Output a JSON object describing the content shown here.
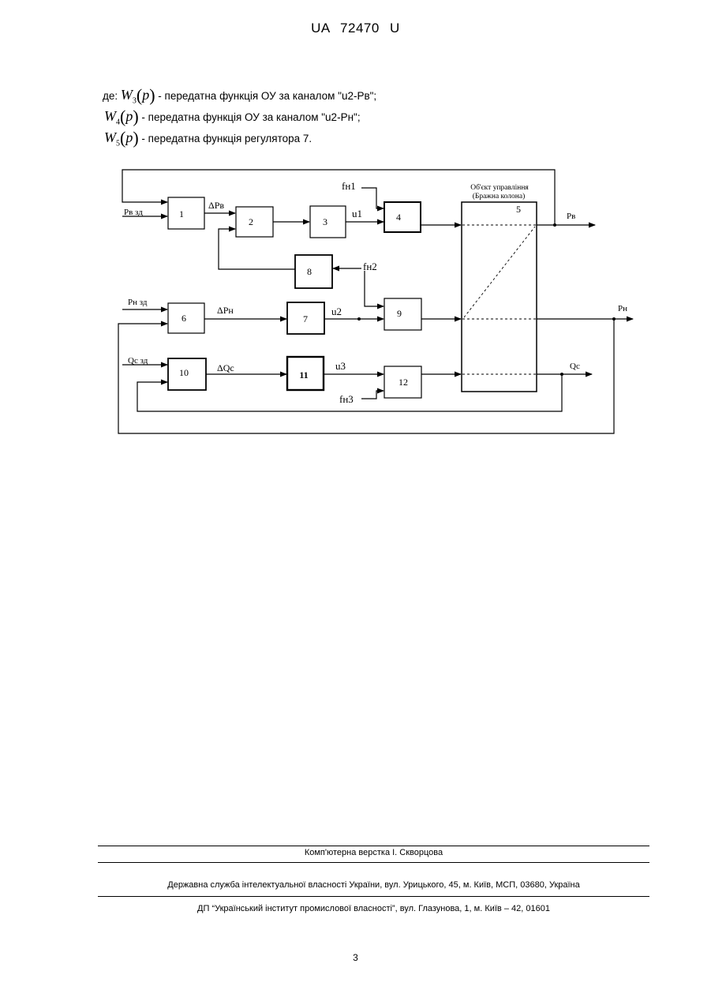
{
  "header": {
    "title": "UA   72470   U"
  },
  "formulas": [
    {
      "prefix": "де: ",
      "symbol": "W",
      "sub": "3",
      "arg": "p",
      "text": " - передатна функція ОУ за каналом \"u2-Рв\";"
    },
    {
      "prefix": "",
      "symbol": "W",
      "sub": "4",
      "arg": "p",
      "text": " - передатна функція ОУ за каналом \"u2-Рн\";"
    },
    {
      "prefix": "",
      "symbol": "W",
      "sub": "5",
      "arg": "p",
      "text": " - передатна функція регулятора 7."
    }
  ],
  "diagram": {
    "object_title_1": "Об'єкт управління",
    "object_title_2": "(Бражна колона)",
    "blocks": [
      "1",
      "2",
      "3",
      "4",
      "5",
      "6",
      "7",
      "8",
      "9",
      "10",
      "11",
      "12"
    ],
    "inputs": {
      "pv_set": "Рв зд",
      "pn_set": "Рн зд",
      "qc_set": "Qс зд"
    },
    "signals": {
      "dpv": "ΔРв",
      "dpn": "ΔРн",
      "dqc": "ΔQс",
      "u1": "u1",
      "u2": "u2",
      "u3": "u3",
      "fn1": "fн1",
      "fn2": "fн2",
      "fn3": "fн3"
    },
    "outputs": {
      "pv": "Рв",
      "pn": "Рн",
      "qc": "Qс"
    }
  },
  "footer": {
    "typesetter": "Комп'ютерна верстка І. Скворцова",
    "agency": "Державна служба інтелектуальної власності України, вул. Урицького, 45, м. Київ, МСП, 03680, Україна",
    "institute": "ДП “Український інститут промислової власності”, вул. Глазунова, 1, м. Київ – 42, 01601"
  },
  "page_number": "3"
}
